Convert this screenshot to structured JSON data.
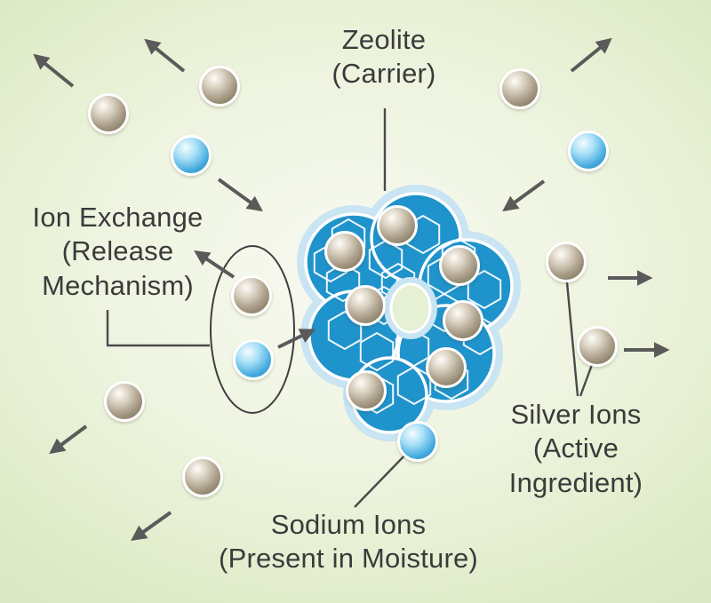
{
  "labels": {
    "zeolite": {
      "line1": "Zeolite",
      "line2": "(Carrier)"
    },
    "ion_exchange": {
      "line1": "Ion Exchange",
      "line2": "(Release",
      "line3": "Mechanism)"
    },
    "silver_ions": {
      "line1": "Silver Ions",
      "line2": "(Active",
      "line3": "Ingredient)"
    },
    "sodium_ions": {
      "line1": "Sodium Ions",
      "line2": "(Present in Moisture)"
    }
  },
  "colors": {
    "background_edge": "#d2e2ba",
    "background_center": "#f8faf1",
    "zeolite_body": "#1f93cb",
    "zeolite_halo": "#c9e4f2",
    "silver_ion": "#ab9f8a",
    "sodium_ion": "#45abdf",
    "arrow": "#5a5a5a",
    "text": "#3b3b3b"
  }
}
